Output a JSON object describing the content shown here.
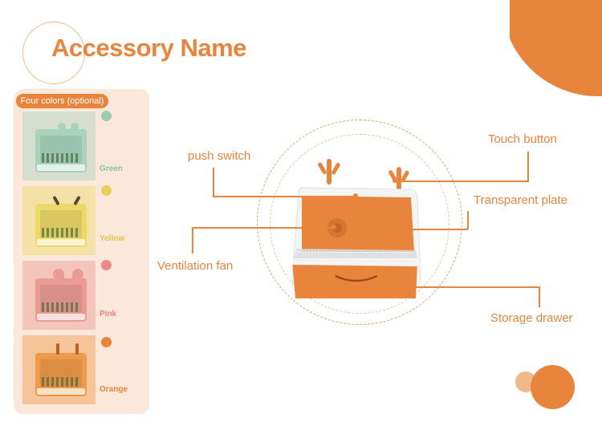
{
  "title": "Accessory Name",
  "variants": {
    "header": "Four colors (optional)",
    "items": [
      {
        "label": "Green",
        "swatch": "#9ecbb0",
        "body": "#a9d3bd",
        "bg": "#cfe6d9",
        "text": "#8bbf9f"
      },
      {
        "label": "Yellow",
        "swatch": "#e8cf57",
        "body": "#ecd96a",
        "bg": "#f3e7a3",
        "text": "#e3c445"
      },
      {
        "label": "Pink",
        "swatch": "#e88a86",
        "body": "#eb9b95",
        "bg": "#f2c3be",
        "text": "#e6837d"
      },
      {
        "label": "Orange",
        "swatch": "#e8843c",
        "body": "#ee9a4a",
        "bg": "#f6c18c",
        "text": "#e8843c"
      }
    ]
  },
  "callouts": {
    "push_switch": "push switch",
    "touch_button": "Touch button",
    "transparent_plate": "Transparent plate",
    "ventilation_fan": "Ventilation fan",
    "storage_drawer": "Storage drawer"
  },
  "colors": {
    "accent": "#e8843c",
    "accent_light": "#f0b98a",
    "panel": "#fbe8da"
  }
}
